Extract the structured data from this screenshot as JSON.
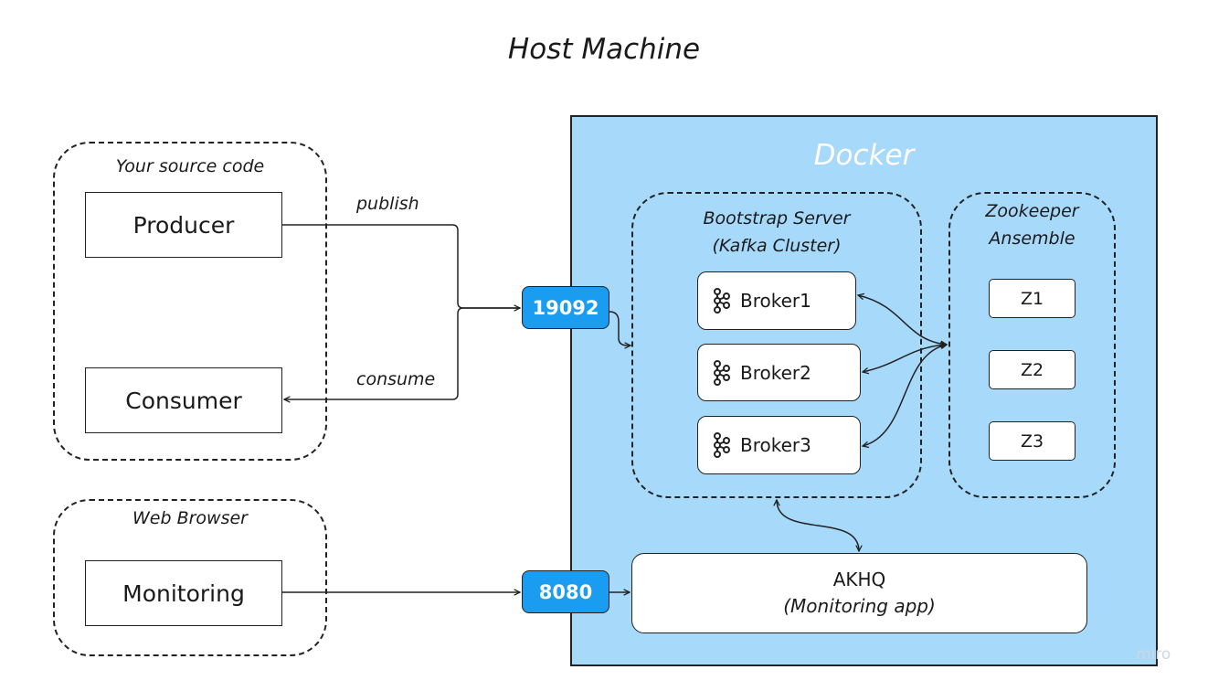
{
  "title": "Host Machine",
  "groups": {
    "source_code": "Your source code",
    "web_browser": "Web Browser",
    "bootstrap_line1": "Bootstrap Server",
    "bootstrap_line2": "(Kafka Cluster)",
    "zookeeper_line1": "Zookeeper",
    "zookeeper_line2": "Ansemble"
  },
  "docker_label": "Docker",
  "boxes": {
    "producer": "Producer",
    "consumer": "Consumer",
    "monitoring": "Monitoring"
  },
  "brokers": [
    "Broker1",
    "Broker2",
    "Broker3"
  ],
  "zookeepers": [
    "Z1",
    "Z2",
    "Z3"
  ],
  "ports": {
    "kafka": "19092",
    "akhq": "8080"
  },
  "akhq": {
    "name": "AKHQ",
    "subtitle": "(Monitoring app)"
  },
  "edges": {
    "publish": "publish",
    "consume": "consume"
  },
  "colors": {
    "docker_bg": "#a7d9fb",
    "port_bg": "#1a9cf0"
  },
  "icons": {
    "broker": "kafka-icon"
  },
  "watermark": "miro"
}
